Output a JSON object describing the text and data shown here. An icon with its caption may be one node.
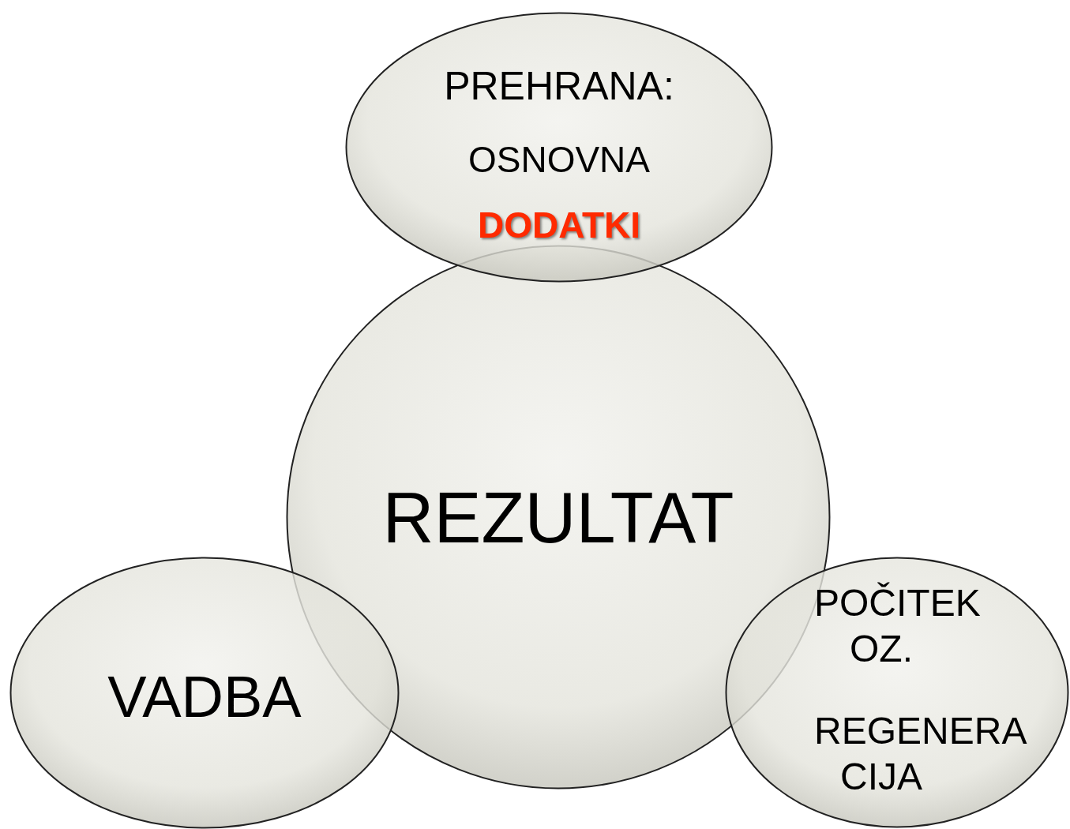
{
  "diagram": {
    "nodes": [
      {
        "text": [
          "PREHRANA:",
          "OSNOVNA",
          "DODATKI"
        ]
      },
      {
        "text": [
          "REZULTAT"
        ]
      },
      {
        "text": [
          "VADBA"
        ]
      },
      {
        "text": [
          "POČITEK OZ.",
          "REGENERA CIJA"
        ]
      }
    ]
  }
}
